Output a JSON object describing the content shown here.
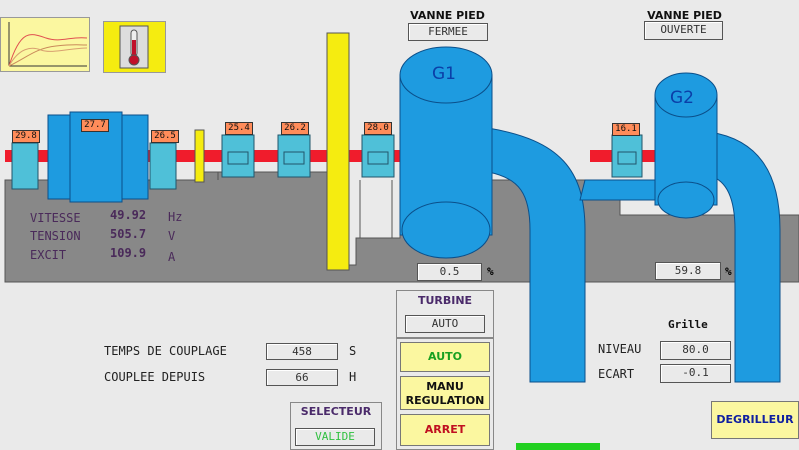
{
  "vanne_g1": {
    "label": "VANNE PIED",
    "state": "FERMEE"
  },
  "vanne_g2": {
    "label": "VANNE PIED",
    "state": "OUVERTE"
  },
  "groups": {
    "g1": "G1",
    "g2": "G2"
  },
  "temperatures": [
    "29.8",
    "27.7",
    "26.5",
    "25.4",
    "26.2",
    "28.0",
    "16.1"
  ],
  "electrical": {
    "vitesse": {
      "label": "VITESSE",
      "value": "49.92",
      "unit": "Hz"
    },
    "tension": {
      "label": "TENSION",
      "value": "505.7",
      "unit": "V"
    },
    "excit": {
      "label": "EXCIT",
      "value": "109.9",
      "unit": "A"
    }
  },
  "opening_g1": {
    "value": "0.5",
    "unit": "%"
  },
  "opening_g2": {
    "value": "59.8",
    "unit": "%"
  },
  "turbine": {
    "title": "TURBINE",
    "mode": "AUTO"
  },
  "buttons": {
    "auto": "AUTO",
    "manu": "MANU\nREGULATION",
    "arret": "ARRET",
    "degrilleur": "DEGRILLEUR"
  },
  "couplage": {
    "temps_label": "TEMPS DE COUPLAGE",
    "temps_value": "458",
    "temps_unit": "S",
    "depuis_label": "COUPLEE DEPUIS",
    "depuis_value": "66",
    "depuis_unit": "H"
  },
  "selecteur": {
    "title": "SELECTEUR",
    "value": "VALIDE"
  },
  "grille": {
    "title": "Grille",
    "niveau_label": "NIVEAU",
    "niveau_value": "80.0",
    "ecart_label": "ECART",
    "ecart_value": "-0.1"
  },
  "colors": {
    "water": "#1e9be0",
    "shaft": "#f01c2c",
    "machine": "#4fc0d8",
    "badge": "#ff8c5a",
    "button": "#fbf7a0",
    "gate": "#f5ec10"
  }
}
